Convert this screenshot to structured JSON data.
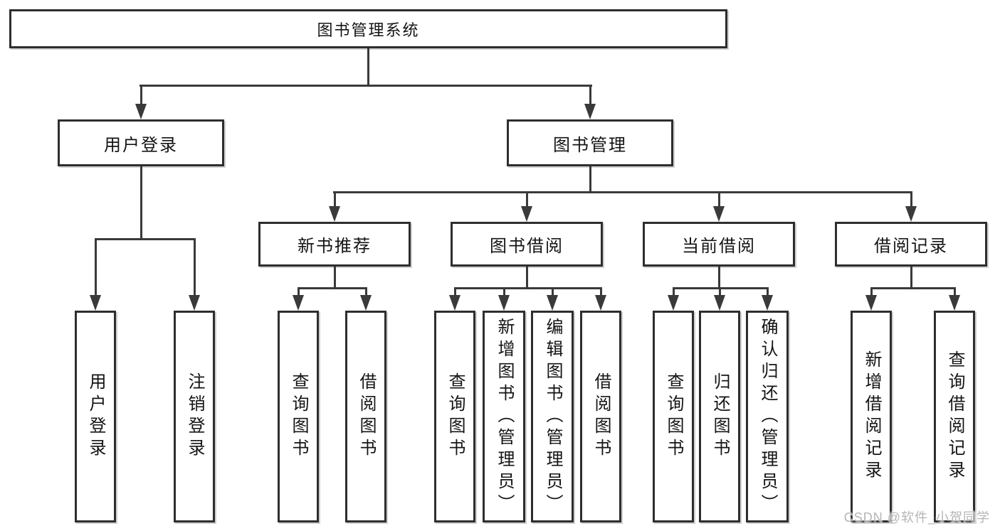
{
  "tree": {
    "root": {
      "label": "图书管理系统"
    },
    "level2": [
      {
        "label": "用户登录"
      },
      {
        "label": "图书管理"
      }
    ],
    "level3": [
      {
        "label": "新书推荐"
      },
      {
        "label": "图书借阅"
      },
      {
        "label": "当前借阅"
      },
      {
        "label": "借阅记录"
      }
    ],
    "leaves": {
      "user_login": [
        "用户登录",
        "注销登录"
      ],
      "new_book": [
        "查询图书",
        "借阅图书"
      ],
      "book_borrow": [
        "查询图书",
        "新增图书（管理员）",
        "编辑图书（管理员）",
        "借阅图书"
      ],
      "current_borrow": [
        "查询图书",
        "归还图书",
        "确认归还（管理员）"
      ],
      "borrow_records": [
        "新增借阅记录",
        "查询借阅记录"
      ]
    }
  },
  "watermark": {
    "text": "CSDN @软件_小贺同学"
  },
  "colors": {
    "line": "#3a3a3a",
    "box_border": "#2e2e2e",
    "box_fill": "#ffffff",
    "text": "#141414",
    "watermark": "#b5b5b5",
    "background": "#ffffff"
  }
}
